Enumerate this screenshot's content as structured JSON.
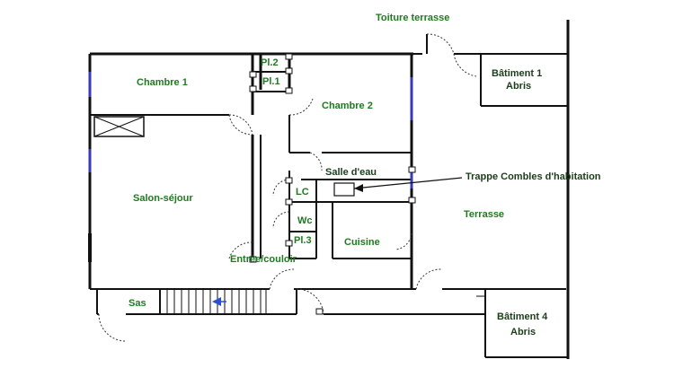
{
  "labels": {
    "toiture_terrasse": "Toiture terrasse",
    "chambre_1": "Chambre 1",
    "chambre_2": "Chambre 2",
    "pl_2": "Pl.2",
    "pl_1": "Pl.1",
    "batiment_1_line1": "Bâtiment 1",
    "batiment_1_line2": "Abris",
    "salle_eau": "Salle d'eau",
    "trappe": "Trappe Combles d'habitation",
    "lc": "LC",
    "salon": "Salon-séjour",
    "terrasse": "Terrasse",
    "wc": "Wc",
    "pl_3": "Pl.3",
    "cuisine": "Cuisine",
    "entree": "Entrée/couloir",
    "sas": "Sas",
    "batiment_4_line1": "Bâtiment 4",
    "batiment_4_line2": "Abris"
  },
  "colors": {
    "label_green": "#1f7a1f",
    "label_dark": "#1a3d1a",
    "wall": "#111111",
    "window": "#3a3ab8",
    "arrow": "#2a4fd0"
  }
}
